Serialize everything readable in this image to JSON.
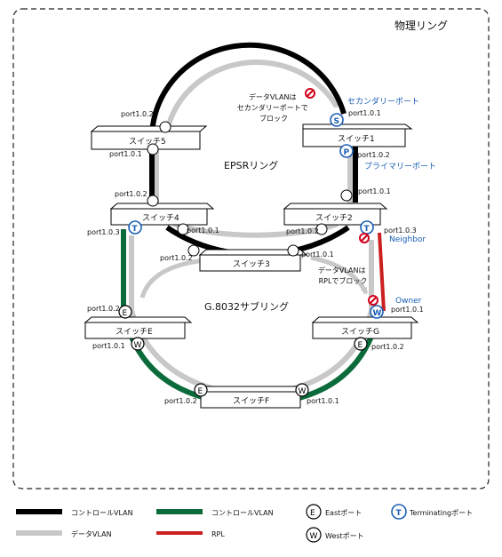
{
  "title": "物理リング",
  "rings": {
    "epsr": "EPSRリング",
    "g8032": "G.8032サブリング"
  },
  "switches": {
    "sw1": "スイッチ1",
    "sw2": "スイッチ2",
    "sw3": "スイッチ3",
    "sw4": "スイッチ4",
    "sw5": "スイッチ5",
    "swE": "スイッチE",
    "swF": "スイッチF",
    "swG": "スイッチG"
  },
  "ports": {
    "p102_sw5": "port1.0.2",
    "p101_sw5": "port1.0.1",
    "p101_sw1": "port1.0.1",
    "p102_sw1": "port1.0.2",
    "p101_sw2": "port1.0.1",
    "p102_sw2": "port1.0.2",
    "p103_sw2": "port1.0.3",
    "p102_sw4": "port1.0.2",
    "p101_sw4": "port1.0.1",
    "p103_sw4": "port1.0.3",
    "p102_sw3": "port1.0.2",
    "p101_sw3": "port1.0.1",
    "p102_swE": "port1.0.2",
    "p101_swE": "port1.0.1",
    "p102_swF": "port1.0.2",
    "p101_swF": "port1.0.1",
    "p101_swG": "port1.0.1",
    "p102_swG": "port1.0.2"
  },
  "roles": {
    "secondary": "セカンダリーポート",
    "primary": "プライマリーポート",
    "neighbor": "Neighbor",
    "owner": "Owner"
  },
  "notes": {
    "epsr_block": [
      "データVLANは",
      "セカンダリーポートで",
      "ブロック"
    ],
    "rpl_block": [
      "データVLANは",
      "RPLでブロック"
    ]
  },
  "badges": {
    "S": "S",
    "P": "P",
    "T": "T",
    "E": "E",
    "W": "W"
  },
  "legend": {
    "control_black": "コントロールVLAN",
    "control_green": "コントロールVLAN",
    "data": "データVLAN",
    "rpl": "RPL",
    "east": "Eastポート",
    "west": "Westポート",
    "terminating": "Terminatingポート"
  },
  "colors": {
    "control_epsr": "#000000",
    "control_g8032": "#0b6b3a",
    "data": "#c8c8c8",
    "rpl": "#cc1f1f",
    "role_blue": "#1a5fb4",
    "block_red": "#d0021b"
  }
}
